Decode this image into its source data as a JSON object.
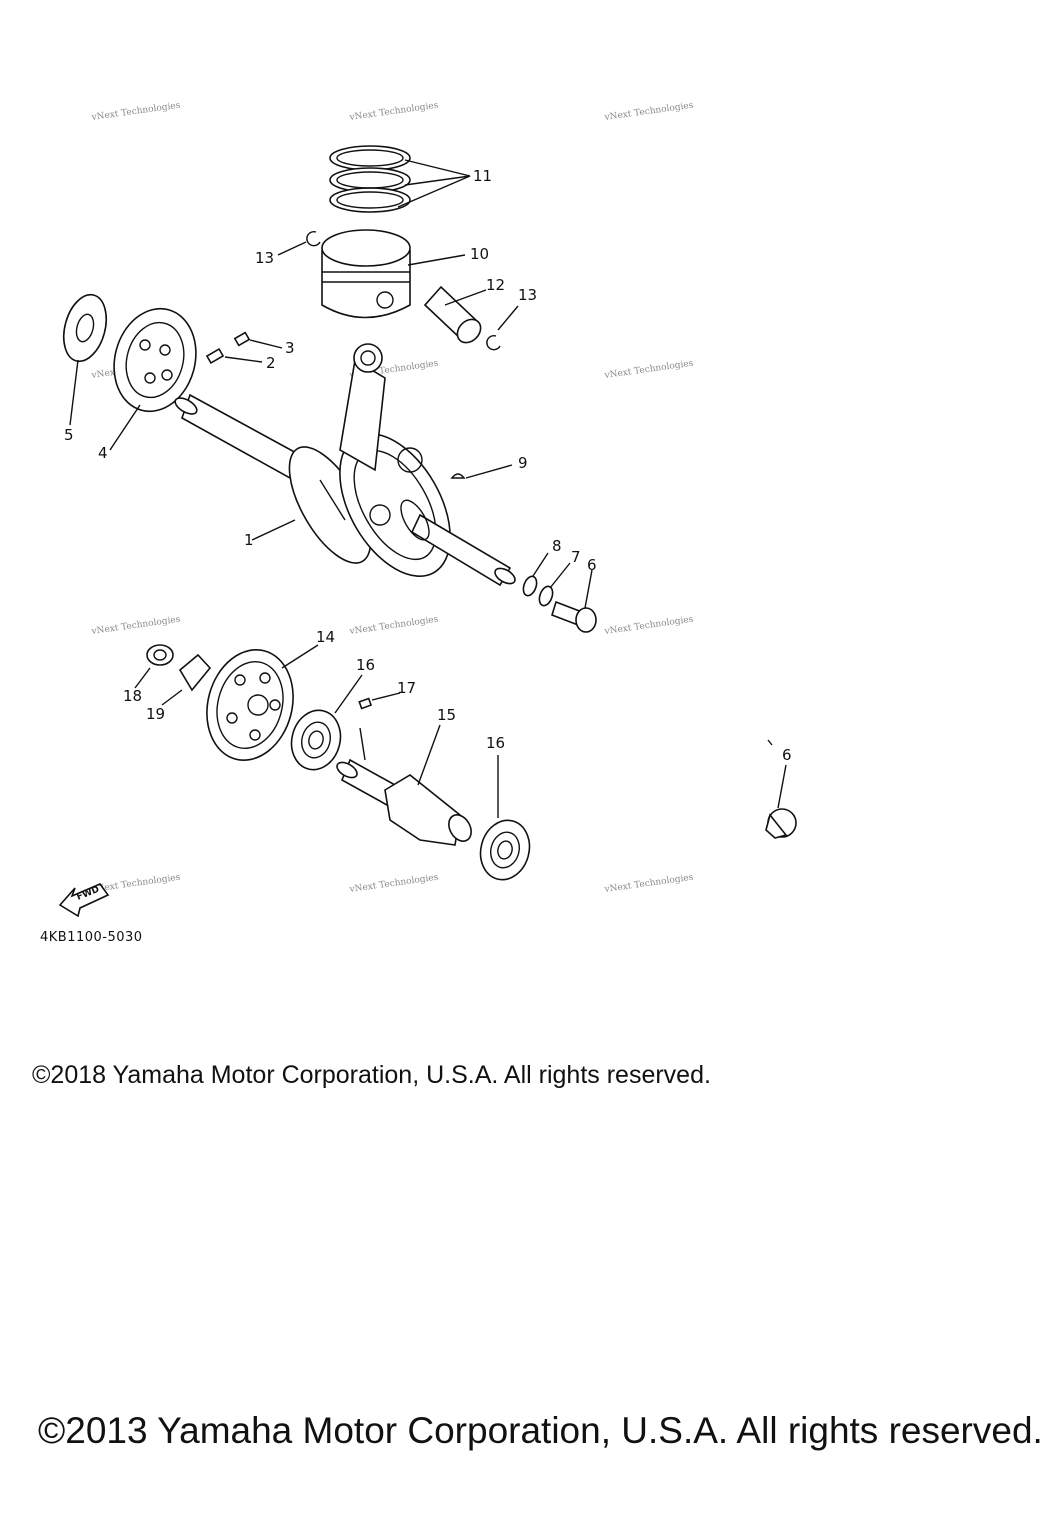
{
  "diagram": {
    "callouts": [
      "1",
      "2",
      "3",
      "4",
      "5",
      "6",
      "7",
      "8",
      "9",
      "10",
      "11",
      "12",
      "13",
      "13",
      "14",
      "15",
      "16",
      "16",
      "17",
      "18",
      "19",
      "6"
    ],
    "watermark": "vNext Technologies",
    "part_number": "4KB1100-5030",
    "fwd_label": "FWD"
  },
  "copyright": {
    "line_2018": "©2018 Yamaha Motor Corporation, U.S.A. All rights reserved.",
    "line_2013": "©2013 Yamaha Motor Corporation, U.S.A. All rights reserved."
  }
}
